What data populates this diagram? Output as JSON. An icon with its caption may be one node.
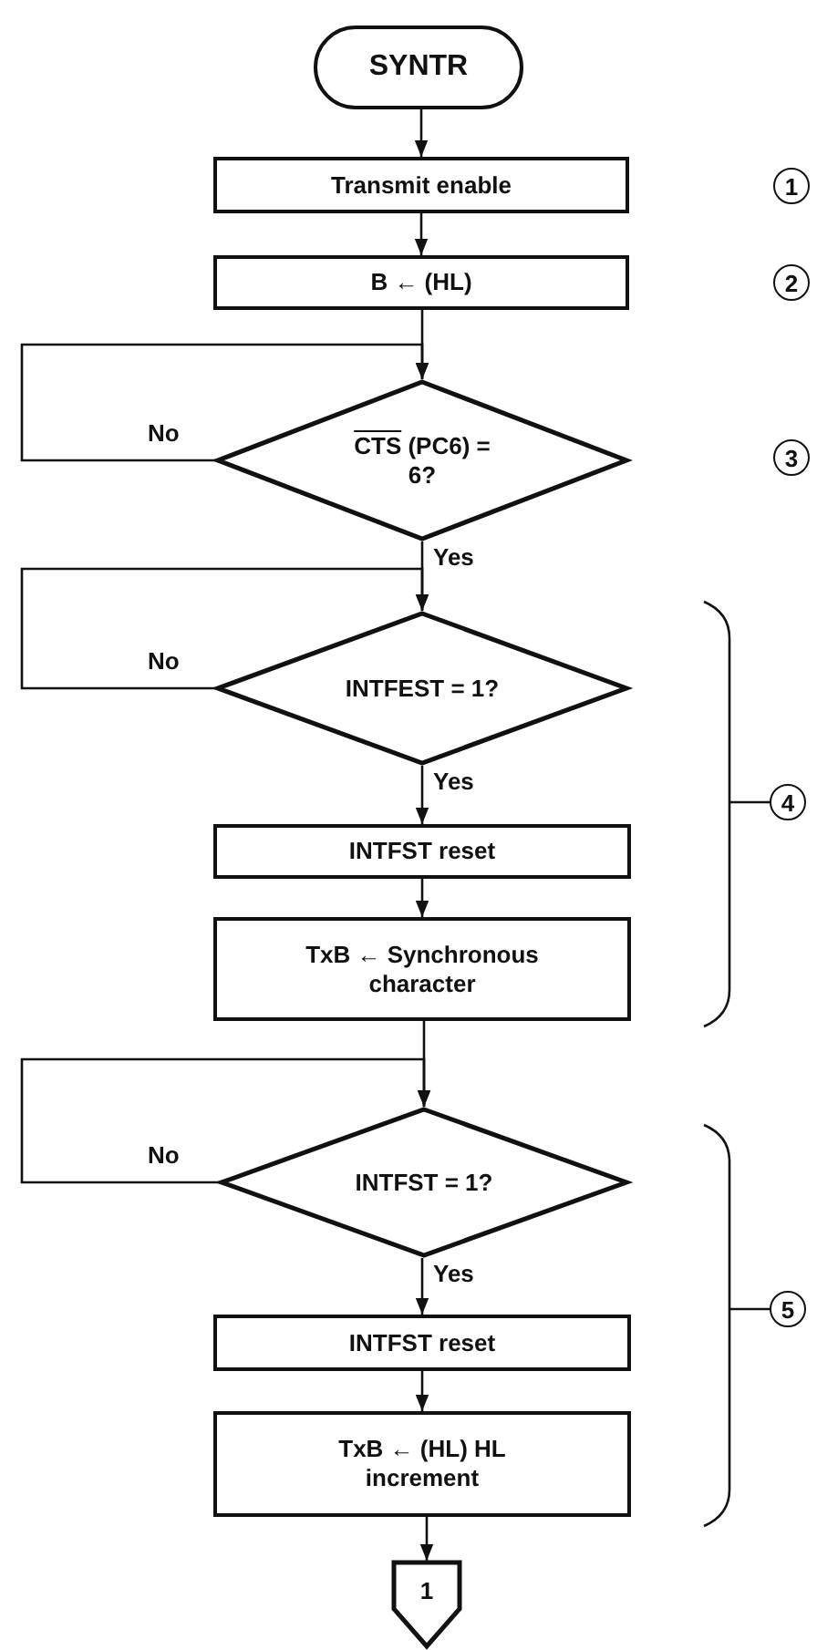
{
  "diagram": {
    "nodes": [
      {
        "text": [
          "SYNTR"
        ]
      },
      {
        "text": [
          "Transmit enable"
        ]
      },
      {
        "text": [
          "B ← (HL)"
        ]
      },
      {
        "text": [
          "CTS (PC6) = 6?"
        ]
      },
      {
        "text": [
          "INTFEST = 1?"
        ]
      },
      {
        "text": [
          "INTFST reset"
        ]
      },
      {
        "text": [
          "TxB ← Synchronous character"
        ]
      },
      {
        "text": [
          "INTFST = 1?"
        ]
      },
      {
        "text": [
          "INTFST reset"
        ]
      },
      {
        "text": [
          "TxB ← (HL) HL increment"
        ]
      },
      {
        "text": [
          "1"
        ]
      }
    ],
    "edges": [
      {
        "from": 0,
        "to": 1,
        "arrow": "to"
      },
      {
        "from": 1,
        "to": 2,
        "arrow": "to"
      },
      {
        "from": 2,
        "to": 3,
        "arrow": "to"
      },
      {
        "from": 3,
        "to": 3,
        "label": "No",
        "arrow": "to"
      },
      {
        "from": 3,
        "to": 4,
        "label": "Yes",
        "arrow": "to"
      },
      {
        "from": 4,
        "to": 4,
        "label": "No",
        "arrow": "to"
      },
      {
        "from": 4,
        "to": 5,
        "label": "Yes",
        "arrow": "to"
      },
      {
        "from": 5,
        "to": 6,
        "arrow": "to"
      },
      {
        "from": 6,
        "to": 7,
        "arrow": "to"
      },
      {
        "from": 7,
        "to": 7,
        "label": "No",
        "arrow": "to"
      },
      {
        "from": 7,
        "to": 8,
        "label": "Yes",
        "arrow": "to"
      },
      {
        "from": 8,
        "to": 9,
        "arrow": "to"
      },
      {
        "from": 9,
        "to": 10,
        "arrow": "to"
      }
    ],
    "labels": [
      "1",
      "2",
      "3",
      "4",
      "5"
    ]
  }
}
